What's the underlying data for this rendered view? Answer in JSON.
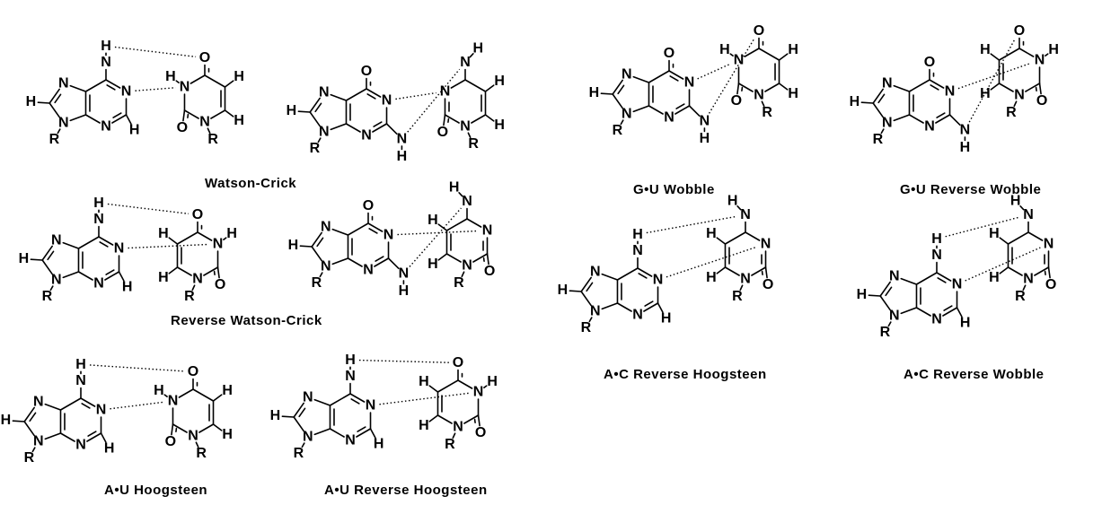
{
  "figure": {
    "atoms": {
      "hydrogen": "H",
      "nitrogen": "N",
      "oxygen": "O",
      "ribose": "R"
    },
    "bases": {
      "adenine": "A",
      "uracil": "U",
      "guanine": "G",
      "cytosine": "C"
    },
    "captions": {
      "watson_crick": "Watson-Crick",
      "reverse_watson_crick": "Reverse  Watson-Crick",
      "au_hoogsteen": "A•U  Hoogsteen",
      "au_reverse_hoogsteen": "A•U  Reverse  Hoogsteen",
      "gu_wobble": "G•U  Wobble",
      "gu_reverse_wobble": "G•U  Reverse  Wobble",
      "ac_reverse_hoogsteen": "A•C  Reverse  Hoogsteen",
      "ac_reverse_wobble": "A•C  Reverse  Wobble"
    }
  }
}
